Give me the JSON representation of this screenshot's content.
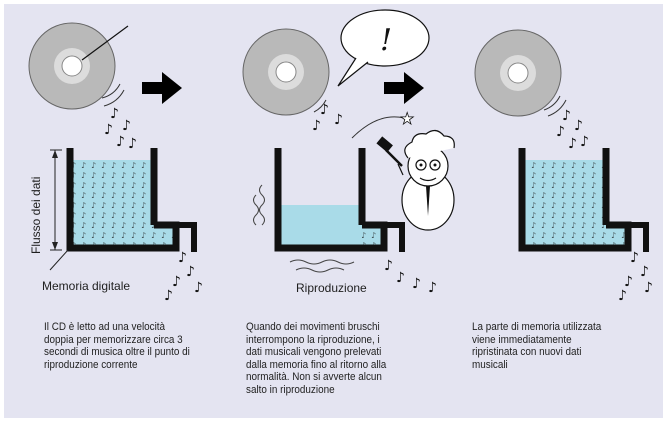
{
  "labels": {
    "flow": "Flusso dei dati",
    "memory": "Memoria digitale",
    "playback": "Riproduzione"
  },
  "speech_symbol": "!",
  "captions": [
    "Il CD è letto ad una velocità doppia per memorizzare circa 3 secondi di musica oltre il punto di riproduzione corrente",
    "Quando dei movimenti bruschi interrompono la riproduzione, i dati musicali vengono prelevati dalla memoria fino al ritorno alla normalità. Non si avverte alcun salto in riproduzione",
    "La parte di memoria utilizzata viene immediatamente ripristinata con nuovi dati musicali"
  ],
  "colors": {
    "panel": "#e4e4f1",
    "water": "#a9dbe8",
    "tank": "#111111",
    "disc": "#b9b9b9",
    "arrow": "#000000"
  },
  "icons": [
    "cd-disc-icon",
    "arrow-right-icon",
    "music-note-icon",
    "speech-bubble-icon",
    "hammer-icon",
    "scientist-icon",
    "star-icon"
  ]
}
